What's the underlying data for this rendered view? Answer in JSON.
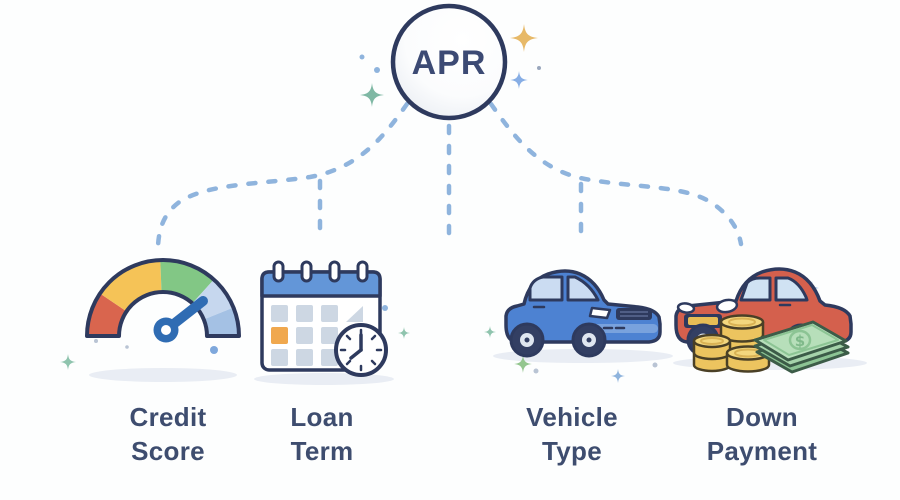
{
  "diagram": {
    "title": "APR",
    "currency_symbol": "$",
    "factors": [
      {
        "id": "credit-score",
        "line1": "Credit",
        "line2": "Score",
        "icon": "credit-score-gauge-icon"
      },
      {
        "id": "loan-term",
        "line1": "Loan",
        "line2": "Term",
        "icon": "calendar-clock-icon"
      },
      {
        "id": "vehicle-type",
        "line1": "Vehicle",
        "line2": "Type",
        "icon": "blue-car-icon"
      },
      {
        "id": "down-payment",
        "line1": "Down",
        "line2": "Payment",
        "icon": "car-coins-cash-icon"
      }
    ],
    "colors": {
      "outline_navy": "#2e3a5e",
      "title_navy": "#3c4a74",
      "label_navy": "#3e4d6f",
      "connector_blue": "#8fb4dd",
      "gauge_red": "#d9654e",
      "gauge_yellow": "#f5c357",
      "gauge_green": "#82c785",
      "gauge_blue_light": "#c6d7ee",
      "gauge_blue": "#a4c1e4",
      "needle_blue": "#2f6cb3",
      "calendar_header_blue": "#6396d8",
      "calendar_cell_gray": "#cdd7e3",
      "calendar_cell_orange": "#f0a84e",
      "car_blue": "#4d82d2",
      "car_red": "#d4604d",
      "window_blue": "#cfe1f2",
      "coin_gold": "#ecc45f",
      "cash_green": "#b2dab6",
      "sparkle_gold": "#e7b968",
      "sparkle_blue": "#87aee5",
      "sparkle_teal": "#8fc4ae",
      "shadow_gray": "#e9edf4"
    }
  }
}
